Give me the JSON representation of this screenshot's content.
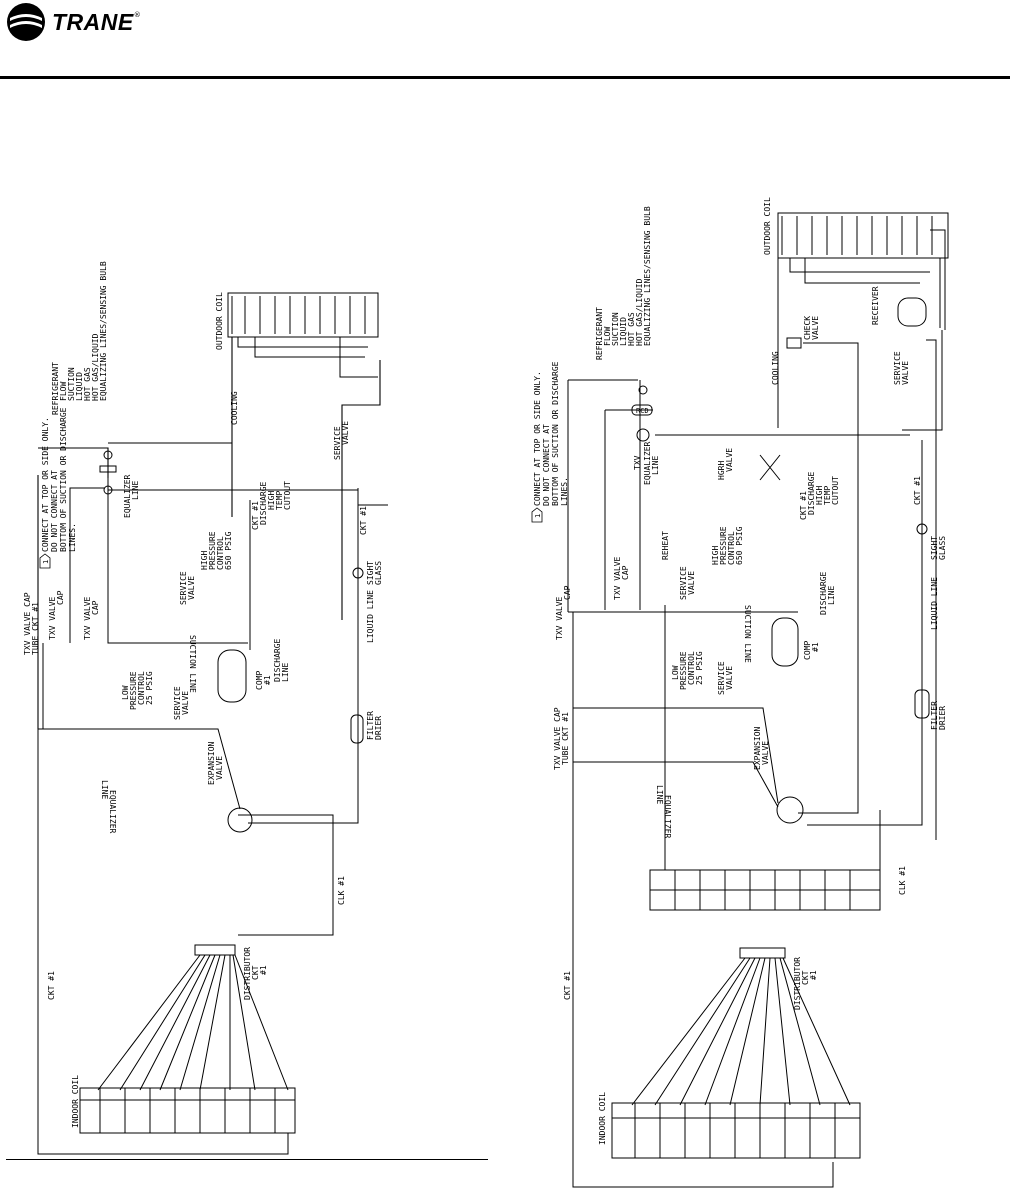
{
  "brand": {
    "name": "TRANE",
    "trademark": "®"
  },
  "left": {
    "notes": {
      "note1": [
        "CONNECT AT TOP OR SIDE ONLY.",
        "DO NOT CONNECT AT",
        "BOTTOM OF SUCTION OR DISCHARGE",
        "LINES."
      ]
    },
    "legend": {
      "flow": [
        "REFRIGERANT",
        "FLOW"
      ],
      "suction": "SUCTION",
      "liquid": "LIQUID",
      "hot_gas": "HOT GAS",
      "hot_gas_liquid": "HOT GAS/LIQUID",
      "equalizing": "EQUALIZING LINES/SENSING BULB"
    },
    "labels": {
      "outdoor_coil": "OUTDOOR COIL",
      "cooling": "COOLING",
      "service_valve_top": [
        "SERVICE",
        "VALVE"
      ],
      "ckt": "CKT #1",
      "sight_glass": [
        "SIGHT",
        "GLASS"
      ],
      "liquid_line": "LIQUID LINE",
      "filter_drier": [
        "FILTER",
        "DRIER"
      ],
      "clk": "CLK #1",
      "distributor": [
        "DISTRIBUTOR",
        "CKT",
        "#1"
      ],
      "indoor_coil": "INDOOR COIL",
      "ckt_left": "CKT #1",
      "equalizer_line_bottom": [
        "EQUALIZER",
        "LINE"
      ],
      "expansion_valve": [
        "EXPANSION",
        "VALVE"
      ],
      "txv_cap_tube": [
        "TXV VALVE CAP",
        "TUBE CKT #1"
      ],
      "txv_cap_1": [
        "TXV VALVE",
        "CAP"
      ],
      "txv_cap_2": [
        "TXV VALVE",
        "CAP"
      ],
      "equalizer_line_top": [
        "EQUALIZER",
        "LINE"
      ],
      "suction_line": "SUCTION LINE",
      "low_pressure": [
        "LOW",
        "PRESSURE",
        "CONTROL",
        "25 PSIG"
      ],
      "service_valve_low": [
        "SERVICE",
        "VALVE"
      ],
      "service_valve_high": [
        "SERVICE",
        "VALVE"
      ],
      "high_pressure": [
        "HIGH",
        "PRESSURE",
        "CONTROL",
        "650 PSIG"
      ],
      "comp": [
        "COMP",
        "#1"
      ],
      "discharge_line": [
        "DISCHARGE",
        "LINE"
      ],
      "ckt_discharge": [
        "CKT #1",
        "DISCHARGE",
        "HIGH",
        "TEMP",
        "CUTOUT"
      ]
    }
  },
  "right": {
    "notes": {
      "note1": [
        "CONNECT AT TOP OR SIDE ONLY.",
        "DO NOT CONNECT AT",
        "BOTTOM OF SUCTION OR DISCHARGE",
        "LINES."
      ]
    },
    "legend": {
      "flow": [
        "REFRIGERANT",
        "FLOW"
      ],
      "suction": "SUCTION",
      "liquid": "LIQUID",
      "hot_gas": "HOT GAS",
      "hot_gas_liquid": "HOT GAS/LIQUID",
      "equalizing": "EQUALIZING LINES/SENSING BULB"
    },
    "labels": {
      "outdoor_coil": "OUTDOOR COIL",
      "check_valve": [
        "CHECK",
        "VALVE"
      ],
      "receiver": "RECEIVER",
      "cooling": "COOLING",
      "service_valve": [
        "SERVICE",
        "VALVE"
      ],
      "rcd": "RCD",
      "txv": "TXV",
      "equalizer_line": [
        "EQUALIZER",
        "LINE"
      ],
      "hgrh": [
        "HGRH",
        "VALVE"
      ],
      "reheat": "REHEAT",
      "ckt_discharge": [
        "CKT #1",
        "DISCHARGE",
        "HIGH",
        "TEMP",
        "CUTOUT"
      ],
      "high_pressure": [
        "HIGH",
        "PRESSURE",
        "CONTROL",
        "650 PSIG"
      ],
      "service_valve_2": [
        "SERVICE",
        "VALVE"
      ],
      "discharge_line": [
        "DISCHARGE",
        "LINE"
      ],
      "ckt": "CKT #1",
      "sight_glass": [
        "SIGHT",
        "GLASS"
      ],
      "liquid_line": "LIQUID LINE",
      "filter_drier": [
        "FILTER",
        "DRIER"
      ],
      "txv_cap_1": [
        "TXV VALVE",
        "CAP"
      ],
      "txv_cap_2": [
        "TXV VALVE",
        "CAP"
      ],
      "suction_line": "SUCTION LINE",
      "low_pressure": [
        "LOW",
        "PRESSURE",
        "CONTROL",
        "25 PSIG"
      ],
      "service_valve_3": [
        "SERVICE",
        "VALVE"
      ],
      "comp": [
        "COMP",
        "#1"
      ],
      "txv_cap_tube": [
        "TXV VALVE CAP",
        "TUBE CKT #1"
      ],
      "expansion_valve": [
        "EXPANSION",
        "VALVE"
      ],
      "equalizer_line_bottom": [
        "EQUALIZER",
        "LINE"
      ],
      "clk": "CLK #1",
      "distributor": [
        "DISTRIBUTOR",
        "CKT",
        "#1"
      ],
      "ckt_left": "CKT #1",
      "indoor_coil": "INDOOR COIL"
    }
  }
}
